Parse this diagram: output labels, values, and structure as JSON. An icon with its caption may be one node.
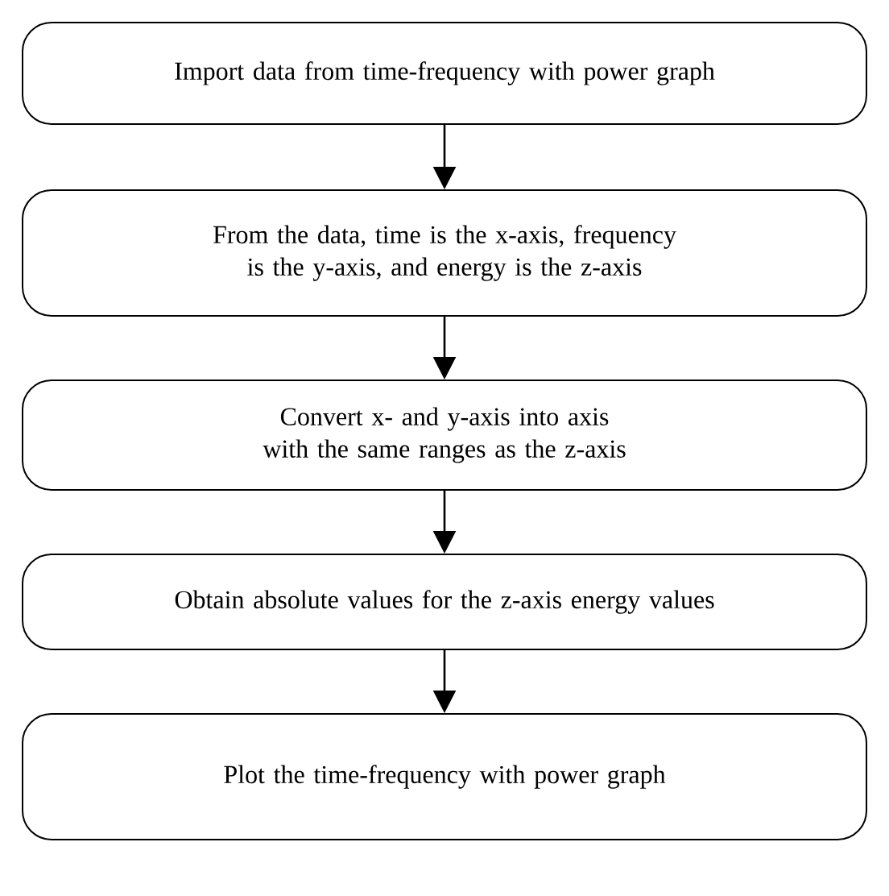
{
  "diagram": {
    "nodes": [
      {
        "text": [
          "Import data from time-frequency with power graph"
        ]
      },
      {
        "text": [
          "From the data, time is the x-axis, frequency is the y-axis, and energy is the z-axis"
        ]
      },
      {
        "text": [
          "Convert x- and y-axis into axis with the same ranges as the z-axis"
        ]
      },
      {
        "text": [
          "Obtain absolute values for the z-axis energy values"
        ]
      },
      {
        "text": [
          "Plot the time-frequency with power graph"
        ]
      }
    ],
    "edges": [
      {
        "from": 0,
        "to": 1,
        "arrow": "to"
      },
      {
        "from": 1,
        "to": 2,
        "arrow": "to"
      },
      {
        "from": 2,
        "to": 3,
        "arrow": "to"
      },
      {
        "from": 3,
        "to": 4,
        "arrow": "to"
      }
    ]
  }
}
